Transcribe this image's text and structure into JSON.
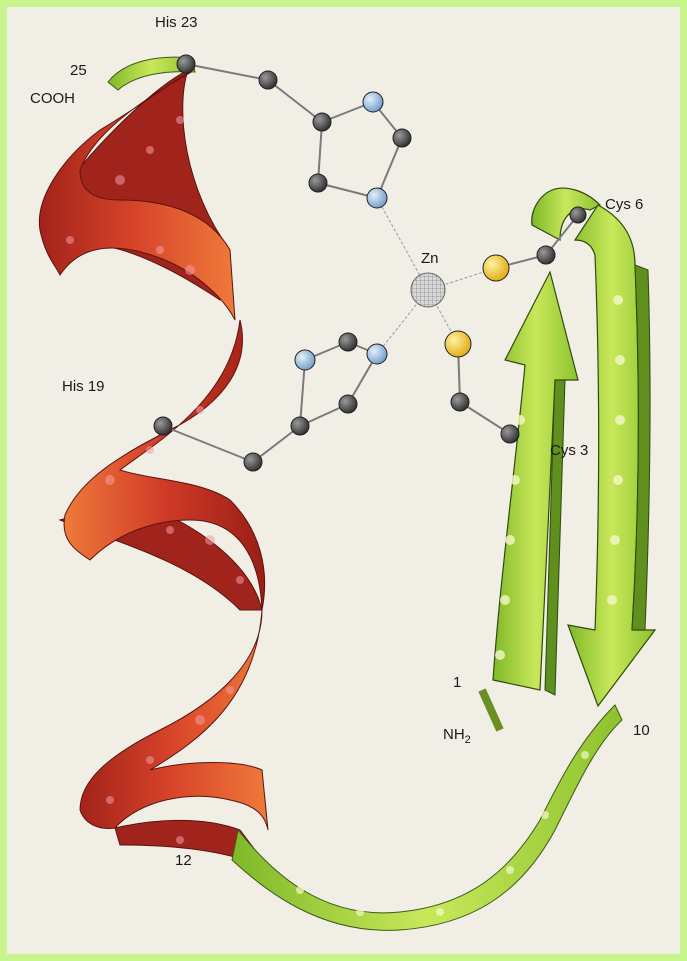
{
  "labels": {
    "his23": "His 23",
    "n25": "25",
    "cooh": "COOH",
    "cys6": "Cys 6",
    "zn": "Zn",
    "his19": "His 19",
    "cys3": "Cys 3",
    "n1": "1",
    "nh": "NH",
    "nh_sub": "2",
    "n10": "10",
    "n12": "12"
  },
  "colors": {
    "helix_dark": "#b52a1f",
    "helix_light": "#e8602f",
    "strand_green": "#9acd32",
    "strand_light": "#d4ec6e",
    "atom_carbon": "#555555",
    "atom_nitrogen": "#8fb8e0",
    "atom_sulfur": "#f2c624",
    "atom_zinc": "#b9b9b9",
    "border": "#c9f58f"
  }
}
